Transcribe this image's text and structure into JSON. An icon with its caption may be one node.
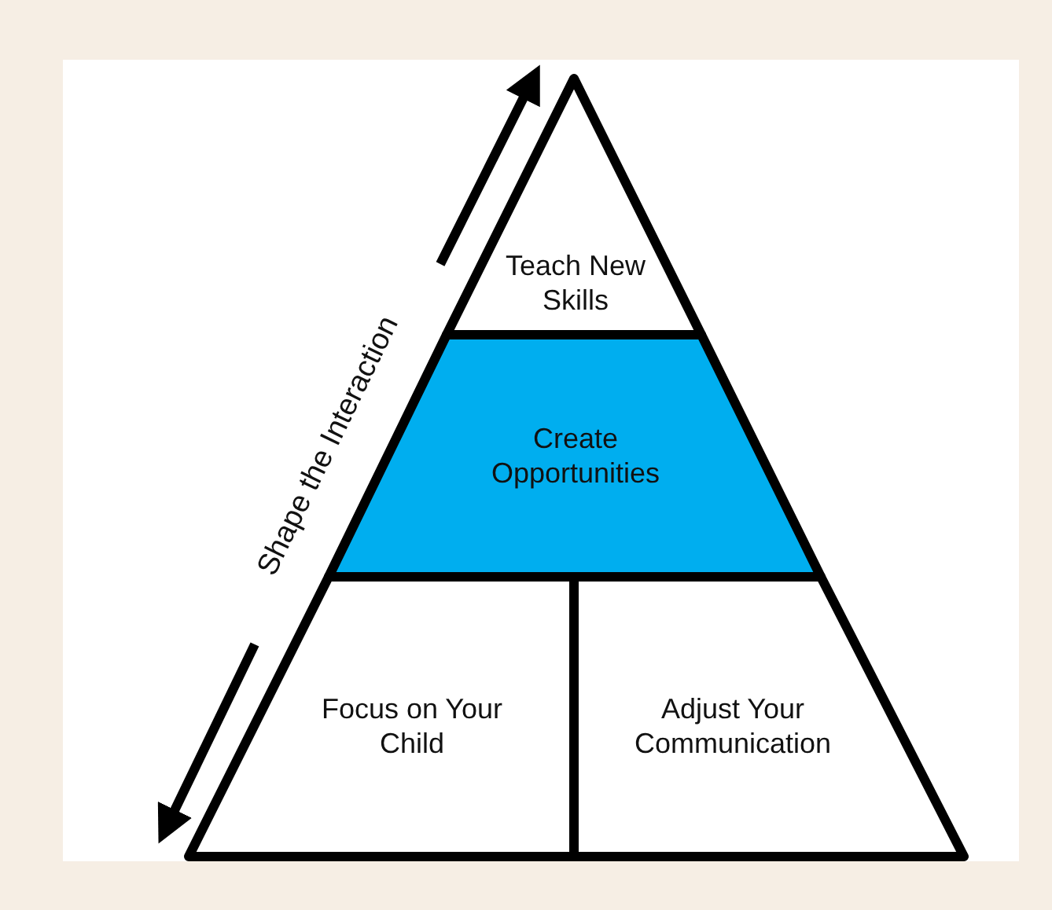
{
  "diagram": {
    "nodes": [
      {
        "text": [
          "Teach New Skills"
        ]
      },
      {
        "text": [
          "Create Opportunities"
        ]
      },
      {
        "text": [
          "Focus on Your Child"
        ]
      },
      {
        "text": [
          "Adjust Your Communication"
        ]
      }
    ],
    "labels": [
      "Shape the Interaction"
    ]
  }
}
